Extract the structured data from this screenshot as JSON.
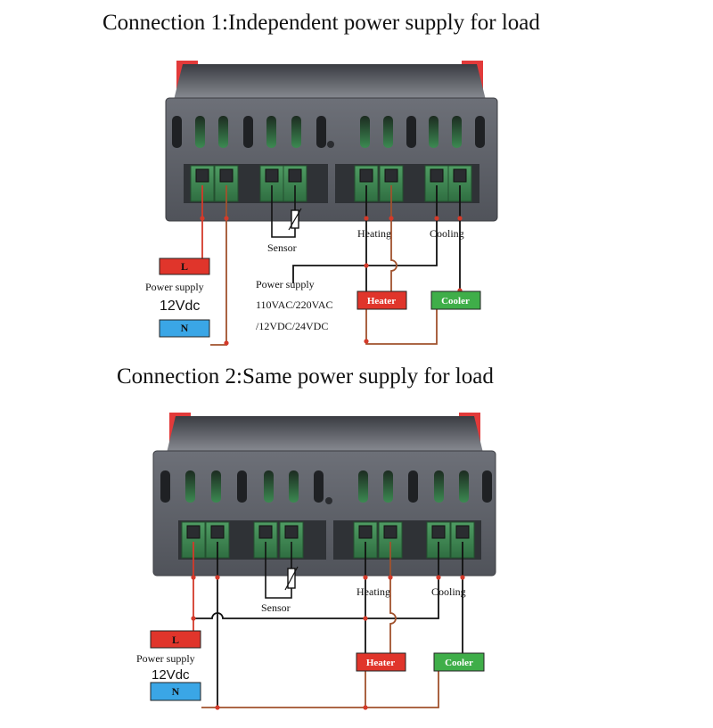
{
  "connection1": {
    "title": "Connection 1:Independent power supply for load",
    "live_label": "L",
    "neutral_label": "N",
    "power_supply_label": "Power supply",
    "voltage_label": "12Vdc",
    "sensor_label": "Sensor",
    "heating_label": "Heating",
    "cooling_label": "Cooling",
    "load_power_label": "Power supply",
    "load_voltage_line1": "110VAC/220VAC",
    "load_voltage_line2": "/12VDC/24VDC",
    "heater_label": "Heater",
    "cooler_label": "Cooler"
  },
  "connection2": {
    "title": "Connection 2:Same power supply for load",
    "live_label": "L",
    "neutral_label": "N",
    "power_supply_label": "Power supply",
    "voltage_label": "12Vdc",
    "sensor_label": "Sensor",
    "heating_label": "Heating",
    "cooling_label": "Cooling",
    "heater_label": "Heater",
    "cooler_label": "Cooler"
  },
  "colors": {
    "device_body": "#5c5f66",
    "terminal_green": "#3d8a52",
    "live_box": "#e0352b",
    "neutral_box": "#3aa6e6",
    "heater_box": "#e0352b",
    "cooler_box": "#3fae49",
    "live_wire": "#d43a2a",
    "load_wire": "#a0522d",
    "accent_red": "#e23a3a"
  }
}
